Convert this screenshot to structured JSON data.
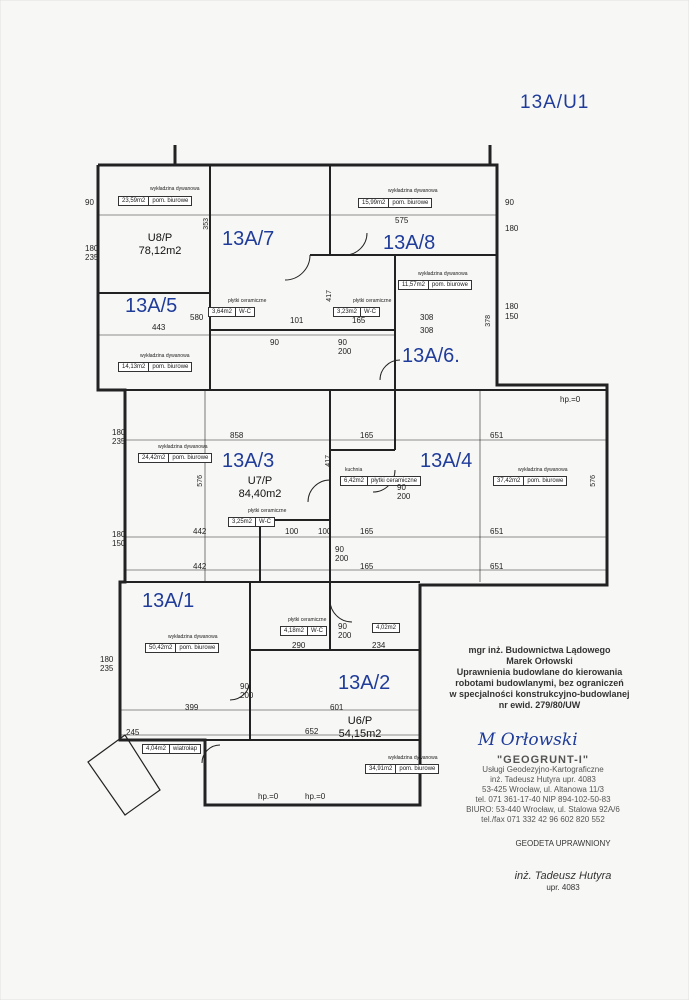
{
  "sheet_code": "13A/U1",
  "units": [
    {
      "name": "13A/7"
    },
    {
      "name": "13A/8"
    },
    {
      "name": "13A/5"
    },
    {
      "name": "13A/6."
    },
    {
      "name": "13A/3"
    },
    {
      "name": "13A/4"
    },
    {
      "name": "13A/1"
    },
    {
      "name": "13A/2"
    }
  ],
  "premises": [
    {
      "code": "U8/P",
      "area": "78,12m2"
    },
    {
      "code": "U7/P",
      "area": "84,40m2"
    },
    {
      "code": "U6/P",
      "area": "54,15m2"
    }
  ],
  "labels": {
    "header": "wykładzina dywanowa",
    "floor": "pom. biurowe",
    "ceramic": "płytki ceramiczne",
    "wc": "W-C",
    "kitchen": "kuchnia",
    "windstop": "wiatrołap",
    "level": "hp.=0"
  },
  "areas": {
    "a1": "23,59m2",
    "a2": "15,99m2",
    "a3": "11,57m2",
    "a4": "3,64m2",
    "a5": "3,23m2",
    "a6": "14,13m2",
    "a7": "24,42m2",
    "a8": "6,42m2",
    "a9": "37,42m2",
    "a10": "3,25m2",
    "a11": "50,42m2",
    "a12": "4,18m2",
    "a13": "4,02m2",
    "a14": "4,04m2",
    "a15": "34,91m2"
  },
  "dims": {
    "d575": "575",
    "d443": "443",
    "d580": "580",
    "d308": "308",
    "d165": "165",
    "d101": "101",
    "d858": "858",
    "d651": "651",
    "d442": "442",
    "d417": "417",
    "d576": "576",
    "d100": "100",
    "d200": "200",
    "d90": "90",
    "d290": "290",
    "d234": "234",
    "d399": "399",
    "d601": "601",
    "d652": "652",
    "d245": "245",
    "d180": "180",
    "d235": "235",
    "d150": "150",
    "d378": "378",
    "d353": "353"
  },
  "credit": {
    "l1": "mgr inż. Budownictwa Lądowego",
    "l2": "Marek Orłowski",
    "l3": "Uprawnienia budowlane do kierowania",
    "l4": "robotami budowlanymi, bez ograniczeń",
    "l5": "w specjalności konstrukcyjno-budowlanej",
    "l6": "nr ewid. 279/80/UW"
  },
  "signature": "M Orłowski",
  "stamp": {
    "name": "\"GEOGRUNT-I\"",
    "l1": "Usługi Geodezyjno-Kartograficzne",
    "l2": "inż. Tadeusz Hutyra     upr. 4083",
    "l3": "53-425 Wrocław, ul. Altanowa 11/3",
    "l4": "tel. 071 361-17-40   NIP 894-102-50-83",
    "l5": "BIURO: 53-440 Wrocław, ul. Stalowa 92A/6",
    "l6": "tel./fax 071 332 42 96   602 820 552"
  },
  "geodeta": {
    "title": "GEODETA UPRAWNIONY",
    "name": "inż. Tadeusz Hutyra",
    "lic": "upr. 4083"
  }
}
